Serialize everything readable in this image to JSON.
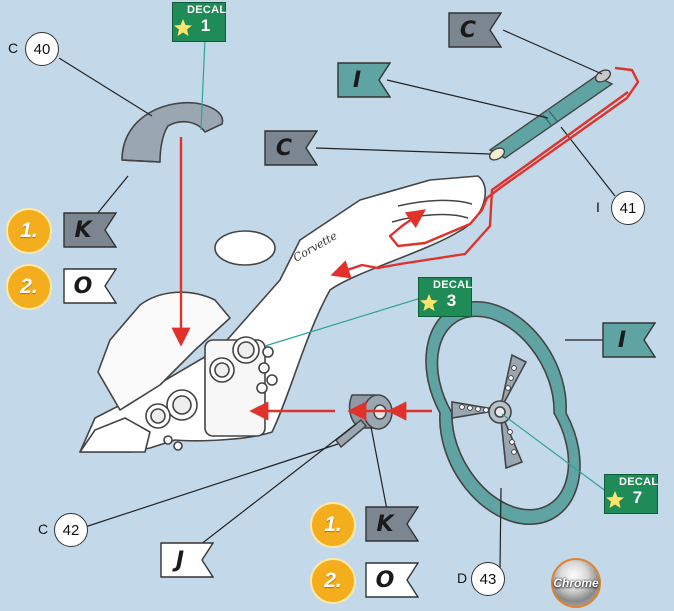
{
  "colors": {
    "background": "#c3d9ea",
    "grey_flag": "#7b8690",
    "teal_flag": "#5fa4a3",
    "white_flag": "#ffffff",
    "decal_green": "#1f8b57",
    "arrow_red": "#e0322b",
    "step_orange": "#f4ad1c",
    "leader_teal": "#2fa39a"
  },
  "parts": [
    {
      "prefix": "C",
      "number": "40"
    },
    {
      "prefix": "I",
      "number": "41"
    },
    {
      "prefix": "C",
      "number": "42"
    },
    {
      "prefix": "D",
      "number": "43"
    }
  ],
  "decals": [
    {
      "word": "DECAL",
      "number": "1"
    },
    {
      "word": "DECAL",
      "number": "3"
    },
    {
      "word": "DECAL",
      "number": "7"
    }
  ],
  "flags": {
    "c_top": "C",
    "i_tube": "I",
    "c_mid": "C",
    "k_upper": "K",
    "o_upper": "O",
    "i_wheel": "I",
    "j_lower": "J",
    "k_lower": "K",
    "o_lower": "O"
  },
  "steps": {
    "upper": [
      "1.",
      "2."
    ],
    "lower": [
      "1.",
      "2."
    ]
  },
  "dash_script": "Corvette",
  "finish_badge": {
    "label": "Chrome",
    "icon": "chrome-paint-icon"
  }
}
